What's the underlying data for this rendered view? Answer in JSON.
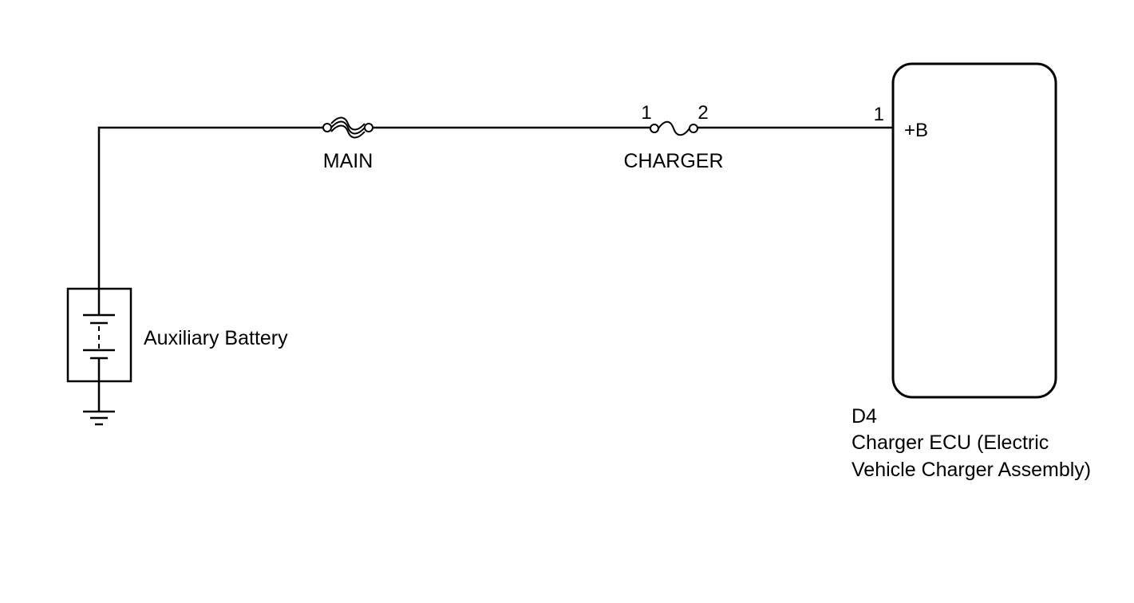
{
  "battery": {
    "label": "Auxiliary Battery"
  },
  "fuse_main": {
    "label": "MAIN"
  },
  "fuse_charger": {
    "label": "CHARGER",
    "pin_left": "1",
    "pin_right": "2"
  },
  "ecu": {
    "connector": "D4",
    "name_line1": "Charger ECU (Electric",
    "name_line2": "Vehicle Charger Assembly)",
    "pin_number": "1",
    "pin_label": "+B"
  }
}
